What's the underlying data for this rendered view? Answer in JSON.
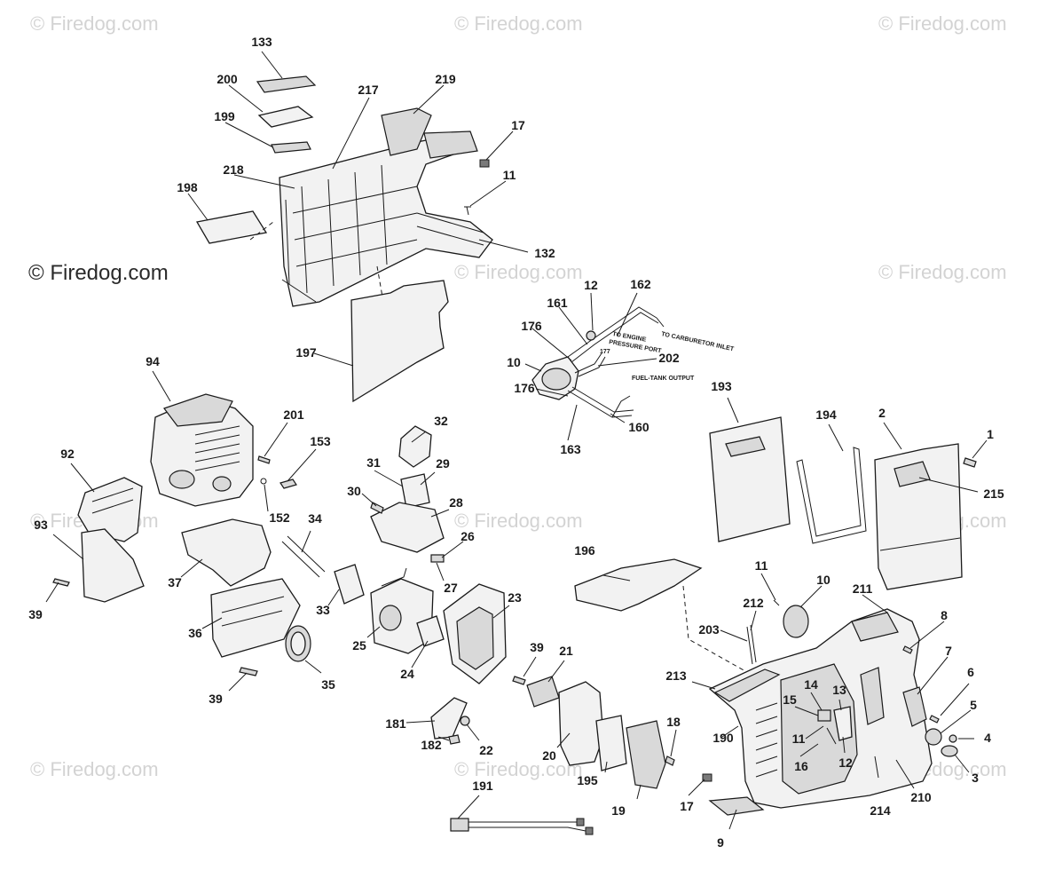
{
  "watermarks": {
    "faint": "© Firedog.com",
    "main": "© Firedog.com"
  },
  "notes": {
    "carburetor_inlet": "TO CARBURETOR INLET",
    "engine_pressure_port_1": "TO ENGINE",
    "engine_pressure_port_2": "PRESSURE PORT",
    "fuel_tank_output": "FUEL-TANK OUTPUT",
    "hose_177": "177"
  },
  "callouts": [
    "133",
    "200",
    "217",
    "219",
    "199",
    "17",
    "218",
    "11",
    "198",
    "132",
    "197",
    "12",
    "162",
    "161",
    "176",
    "10",
    "202",
    "176",
    "163",
    "160",
    "94",
    "201",
    "153",
    "92",
    "152",
    "32",
    "31",
    "29",
    "30",
    "28",
    "34",
    "93",
    "37",
    "26",
    "27",
    "39",
    "33",
    "25",
    "23",
    "36",
    "24",
    "39",
    "35",
    "39",
    "21",
    "181",
    "182",
    "22",
    "20",
    "195",
    "18",
    "19",
    "17",
    "191",
    "193",
    "194",
    "2",
    "1",
    "215",
    "196",
    "11",
    "10",
    "211",
    "212",
    "203",
    "8",
    "7",
    "213",
    "14",
    "13",
    "15",
    "6",
    "5",
    "190",
    "11",
    "4",
    "16",
    "12",
    "3",
    "210",
    "214",
    "9"
  ]
}
